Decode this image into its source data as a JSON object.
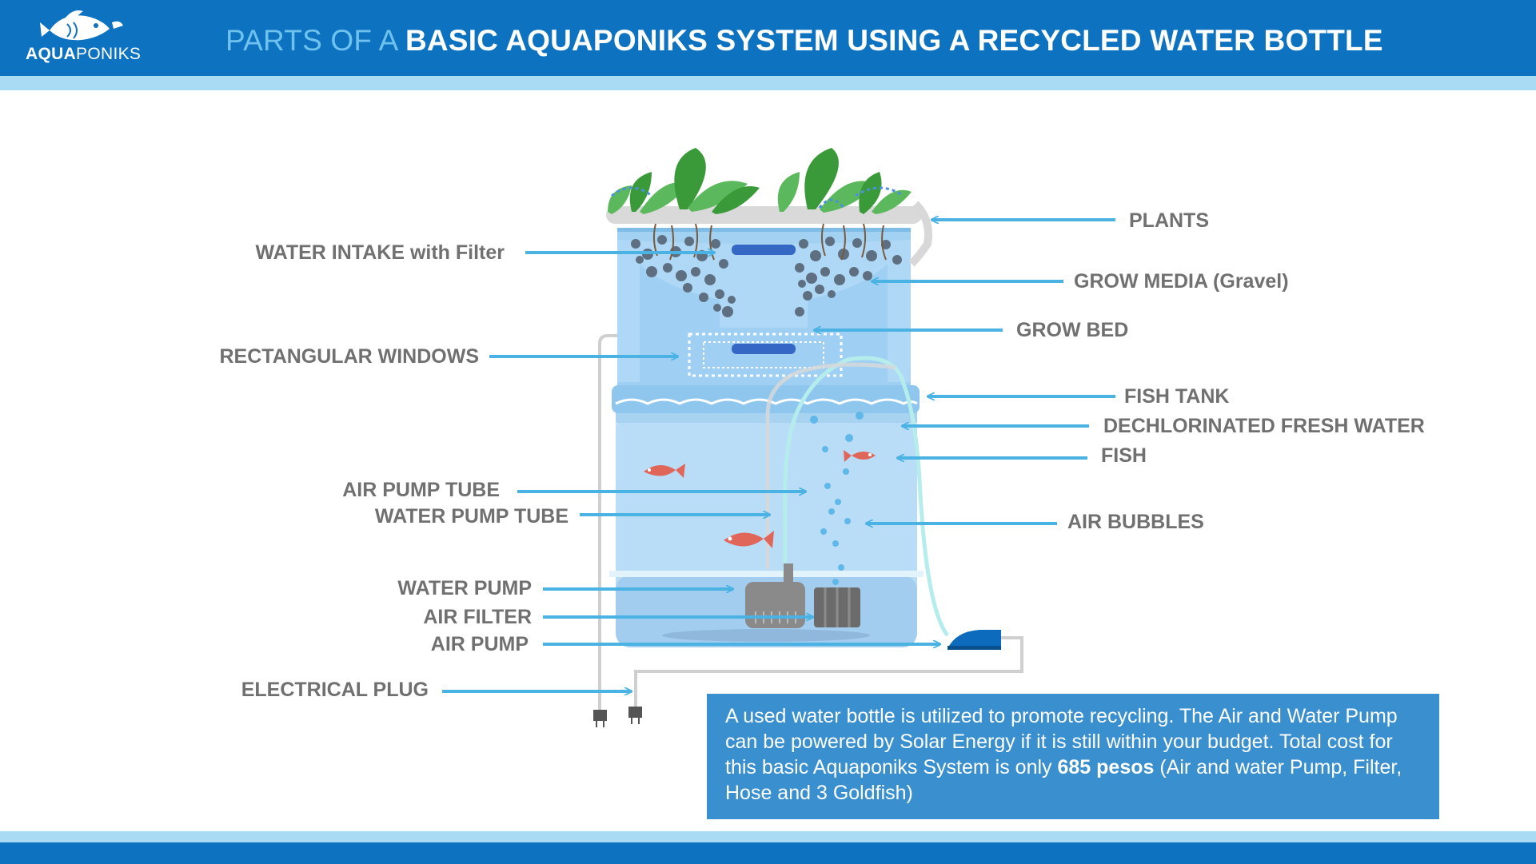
{
  "header": {
    "logo_bold": "AQUA",
    "logo_light": "PONIKS",
    "title_prefix": "PARTS OF A ",
    "title_main": "BASIC AQUAPONIKS SYSTEM USING A RECYCLED WATER BOTTLE"
  },
  "labels": {
    "plants": "PLANTS",
    "grow_media": "GROW MEDIA (Gravel)",
    "grow_bed": "GROW BED",
    "fish_tank": "FISH TANK",
    "dechlorinated_water": "DECHLORINATED FRESH WATER",
    "fish": "FISH",
    "air_bubbles": "AIR BUBBLES",
    "water_intake": "WATER INTAKE with Filter",
    "rectangular_windows": "RECTANGULAR WINDOWS",
    "air_pump_tube": "AIR PUMP TUBE",
    "water_pump_tube": "WATER PUMP TUBE",
    "water_pump": "WATER PUMP",
    "air_filter": "AIR FILTER",
    "air_pump": "AIR PUMP",
    "electrical_plug": "ELECTRICAL PLUG"
  },
  "note": {
    "text_before": "A used water bottle is utilized to promote recycling. The Air and Water Pump can be powered by Solar Energy if it is still within your budget. Total cost for this basic Aquaponiks System is only ",
    "cost": "685 pesos",
    "text_after": " (Air and water Pump, Filter, Hose and 3 Goldfish)"
  },
  "colors": {
    "header_blue": "#0d72c0",
    "strip_light_blue": "#a9dbf5",
    "label_gray": "#707070",
    "arrow_blue": "#4ab3e3",
    "note_blue": "#3a8fce"
  }
}
